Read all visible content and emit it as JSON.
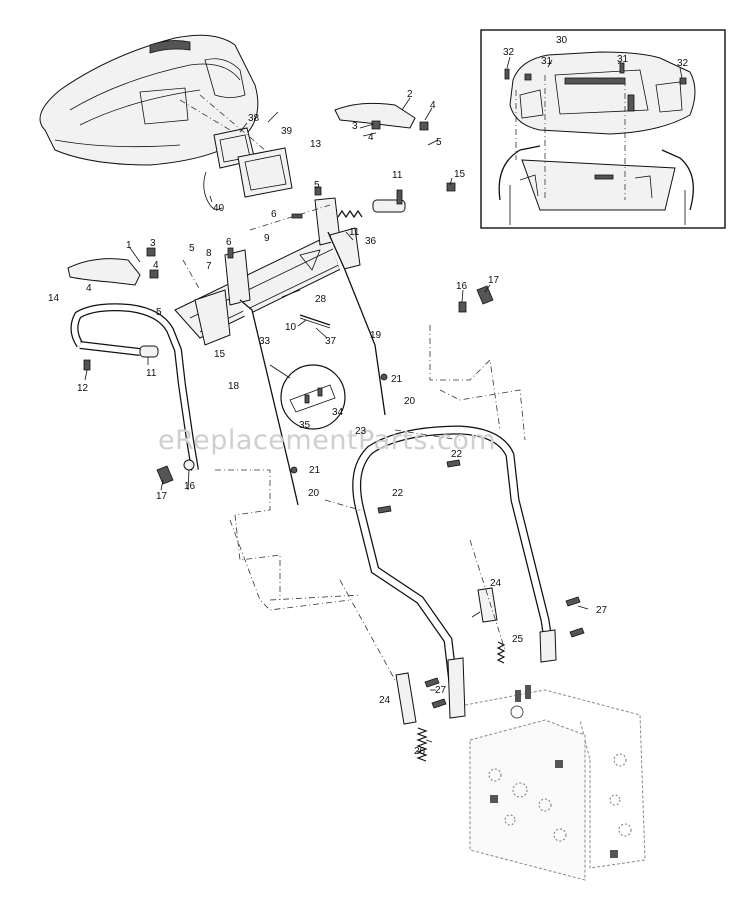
{
  "watermark": "eReplacementParts.com",
  "callouts": [
    {
      "id": "c1",
      "label": "1"
    },
    {
      "id": "c2",
      "label": "2"
    },
    {
      "id": "c3a",
      "label": "3"
    },
    {
      "id": "c3b",
      "label": "3"
    },
    {
      "id": "c4a",
      "label": "4"
    },
    {
      "id": "c4b",
      "label": "4"
    },
    {
      "id": "c4c",
      "label": "4"
    },
    {
      "id": "c4d",
      "label": "4"
    },
    {
      "id": "c5a",
      "label": "5"
    },
    {
      "id": "c5b",
      "label": "5"
    },
    {
      "id": "c5c",
      "label": "5"
    },
    {
      "id": "c5d",
      "label": "5"
    },
    {
      "id": "c6a",
      "label": "6"
    },
    {
      "id": "c6b",
      "label": "6"
    },
    {
      "id": "c7",
      "label": "7"
    },
    {
      "id": "c8",
      "label": "8"
    },
    {
      "id": "c9",
      "label": "9"
    },
    {
      "id": "c10",
      "label": "10"
    },
    {
      "id": "c11a",
      "label": "11"
    },
    {
      "id": "c11b",
      "label": "11"
    },
    {
      "id": "c11c",
      "label": "11"
    },
    {
      "id": "c12",
      "label": "12"
    },
    {
      "id": "c13",
      "label": "13"
    },
    {
      "id": "c14",
      "label": "14"
    },
    {
      "id": "c15a",
      "label": "15"
    },
    {
      "id": "c15b",
      "label": "15"
    },
    {
      "id": "c16a",
      "label": "16"
    },
    {
      "id": "c16b",
      "label": "16"
    },
    {
      "id": "c17a",
      "label": "17"
    },
    {
      "id": "c17b",
      "label": "17"
    },
    {
      "id": "c18",
      "label": "18"
    },
    {
      "id": "c19",
      "label": "19"
    },
    {
      "id": "c20a",
      "label": "20"
    },
    {
      "id": "c20b",
      "label": "20"
    },
    {
      "id": "c21a",
      "label": "21"
    },
    {
      "id": "c21b",
      "label": "21"
    },
    {
      "id": "c22a",
      "label": "22"
    },
    {
      "id": "c22b",
      "label": "22"
    },
    {
      "id": "c23",
      "label": "23"
    },
    {
      "id": "c24a",
      "label": "24"
    },
    {
      "id": "c24b",
      "label": "24"
    },
    {
      "id": "c25",
      "label": "25"
    },
    {
      "id": "c26",
      "label": "26"
    },
    {
      "id": "c27a",
      "label": "27"
    },
    {
      "id": "c27b",
      "label": "27"
    },
    {
      "id": "c28",
      "label": "28"
    },
    {
      "id": "c30",
      "label": "30"
    },
    {
      "id": "c31a",
      "label": "31"
    },
    {
      "id": "c31b",
      "label": "31"
    },
    {
      "id": "c32a",
      "label": "32"
    },
    {
      "id": "c32b",
      "label": "32"
    },
    {
      "id": "c33",
      "label": "33"
    },
    {
      "id": "c34",
      "label": "34"
    },
    {
      "id": "c35",
      "label": "35"
    },
    {
      "id": "c36",
      "label": "36"
    },
    {
      "id": "c37",
      "label": "37"
    },
    {
      "id": "c38",
      "label": "38"
    },
    {
      "id": "c39",
      "label": "39"
    },
    {
      "id": "c40",
      "label": "40"
    }
  ]
}
